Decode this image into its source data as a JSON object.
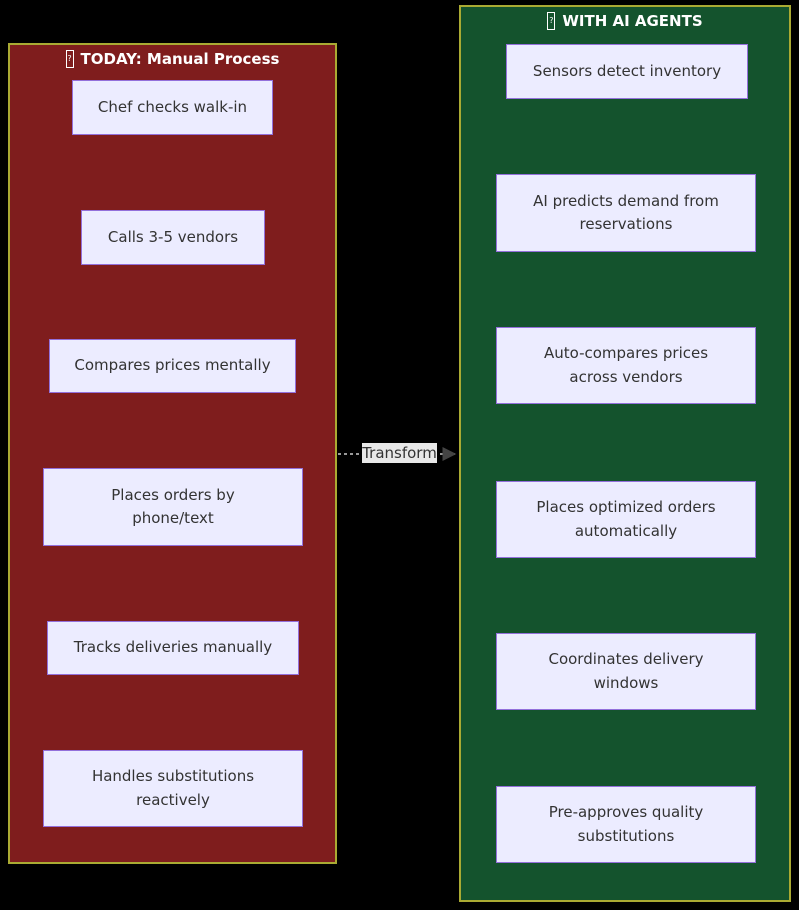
{
  "diagram": {
    "manual": {
      "title": "TODAY: Manual Process",
      "icon_char": "?",
      "panel_color": "#7F1D1D",
      "nodes": [
        "Chef checks walk-in",
        "Calls 3-5 vendors",
        "Compares prices mentally",
        "Places orders by\nphone/text",
        "Tracks deliveries manually",
        "Handles substitutions\nreactively"
      ]
    },
    "ai": {
      "title": "WITH AI AGENTS",
      "icon_char": "?",
      "panel_color": "#14532D",
      "nodes": [
        "Sensors detect inventory",
        "AI predicts demand from\nreservations",
        "Auto-compares prices\nacross vendors",
        "Places optimized orders\nautomatically",
        "Coordinates delivery\nwindows",
        "Pre-approves quality\nsubstitutions"
      ]
    },
    "transform_edge": {
      "label": "Transform"
    },
    "colors": {
      "background": "#000000",
      "cluster_border": "#AAAA33",
      "manual_fill": "#7F1D1D",
      "ai_fill": "#14532D",
      "node_fill": "#ECECFF",
      "node_border": "#9370DB",
      "node_text": "#333333",
      "arrow": "#333333",
      "dashed_edge": "#999999",
      "edge_label_bg": "#E8E8E8",
      "title_text": "#FFFFFF"
    }
  }
}
